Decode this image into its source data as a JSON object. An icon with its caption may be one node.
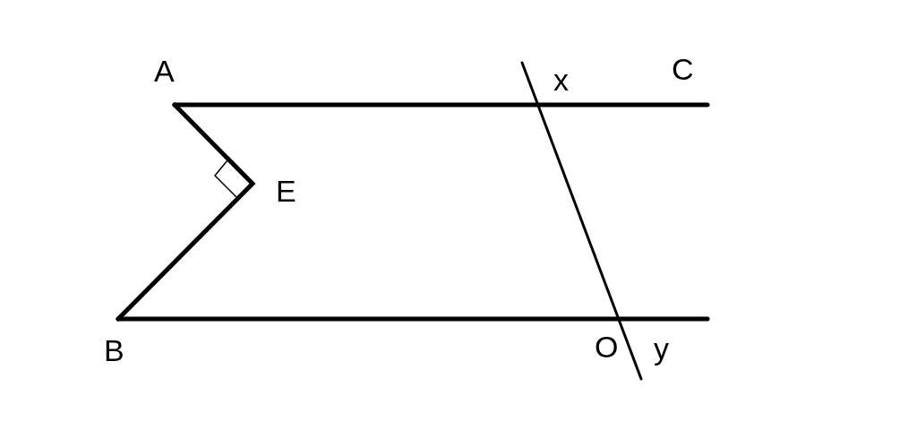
{
  "diagram": {
    "labels": [
      "A",
      "x",
      "C",
      "E",
      "B",
      "O",
      "y"
    ]
  }
}
